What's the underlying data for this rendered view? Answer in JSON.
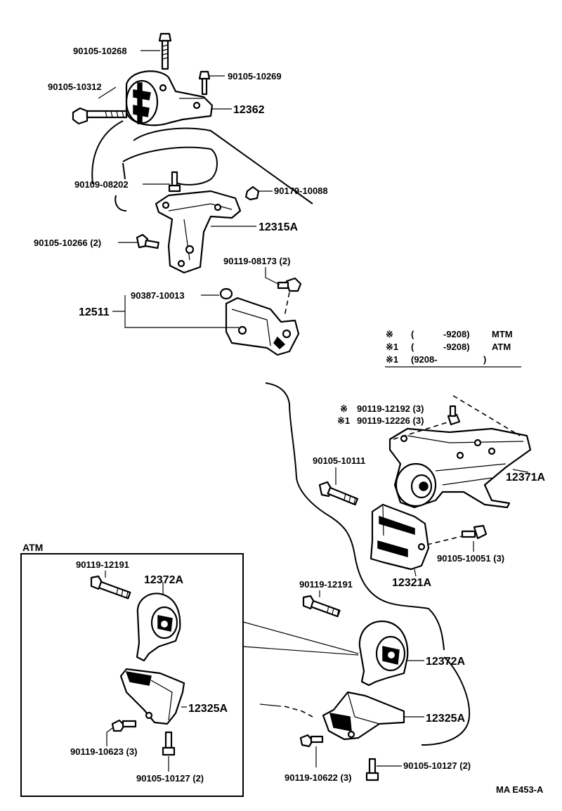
{
  "labels": {
    "p90105_10268": "90105-10268",
    "p90105_10269": "90105-10269",
    "p90105_10312": "90105-10312",
    "p12362": "12362",
    "p90109_08202": "90109-08202",
    "p90179_10088": "90179-10088",
    "p12315A": "12315A",
    "p90105_10266": "90105-10266 (2)",
    "p90119_08173": "90119-08173 (2)",
    "p90387_10013": "90387-10013",
    "p12511": "12511",
    "p90119_12192": "90119-12192 (3)",
    "p90119_12226": "90119-12226 (3)",
    "p90105_10111": "90105-10111",
    "p12371A": "12371A",
    "p90105_10051": "90105-10051 (3)",
    "p12321A": "12321A",
    "p90119_12191_right": "90119-12191",
    "p12372A_right": "12372A",
    "p12325A_right": "12325A",
    "p90105_10127_right": "90105-10127 (2)",
    "p90119_10622": "90119-10622 (3)",
    "atm_title": "ATM",
    "p90119_12191_atm": "90119-12191",
    "p12372A_atm": "12372A",
    "p12325A_atm": "12325A",
    "p90119_10623": "90119-10623 (3)",
    "p90105_10127_atm": "90105-10127 (2)",
    "ref_code": "MA E453-A"
  },
  "legend": {
    "row1": {
      "mark": "※",
      "paren_open": "(",
      "range": "-9208)",
      "trans": "MTM"
    },
    "row2": {
      "mark": "※1",
      "paren_open": "(",
      "range": "-9208)",
      "trans": "ATM"
    },
    "row3": {
      "mark": "※1",
      "range": "(9208-",
      "paren_close": ")"
    }
  },
  "marks": {
    "mark_a": "※",
    "mark_b": "※1"
  }
}
